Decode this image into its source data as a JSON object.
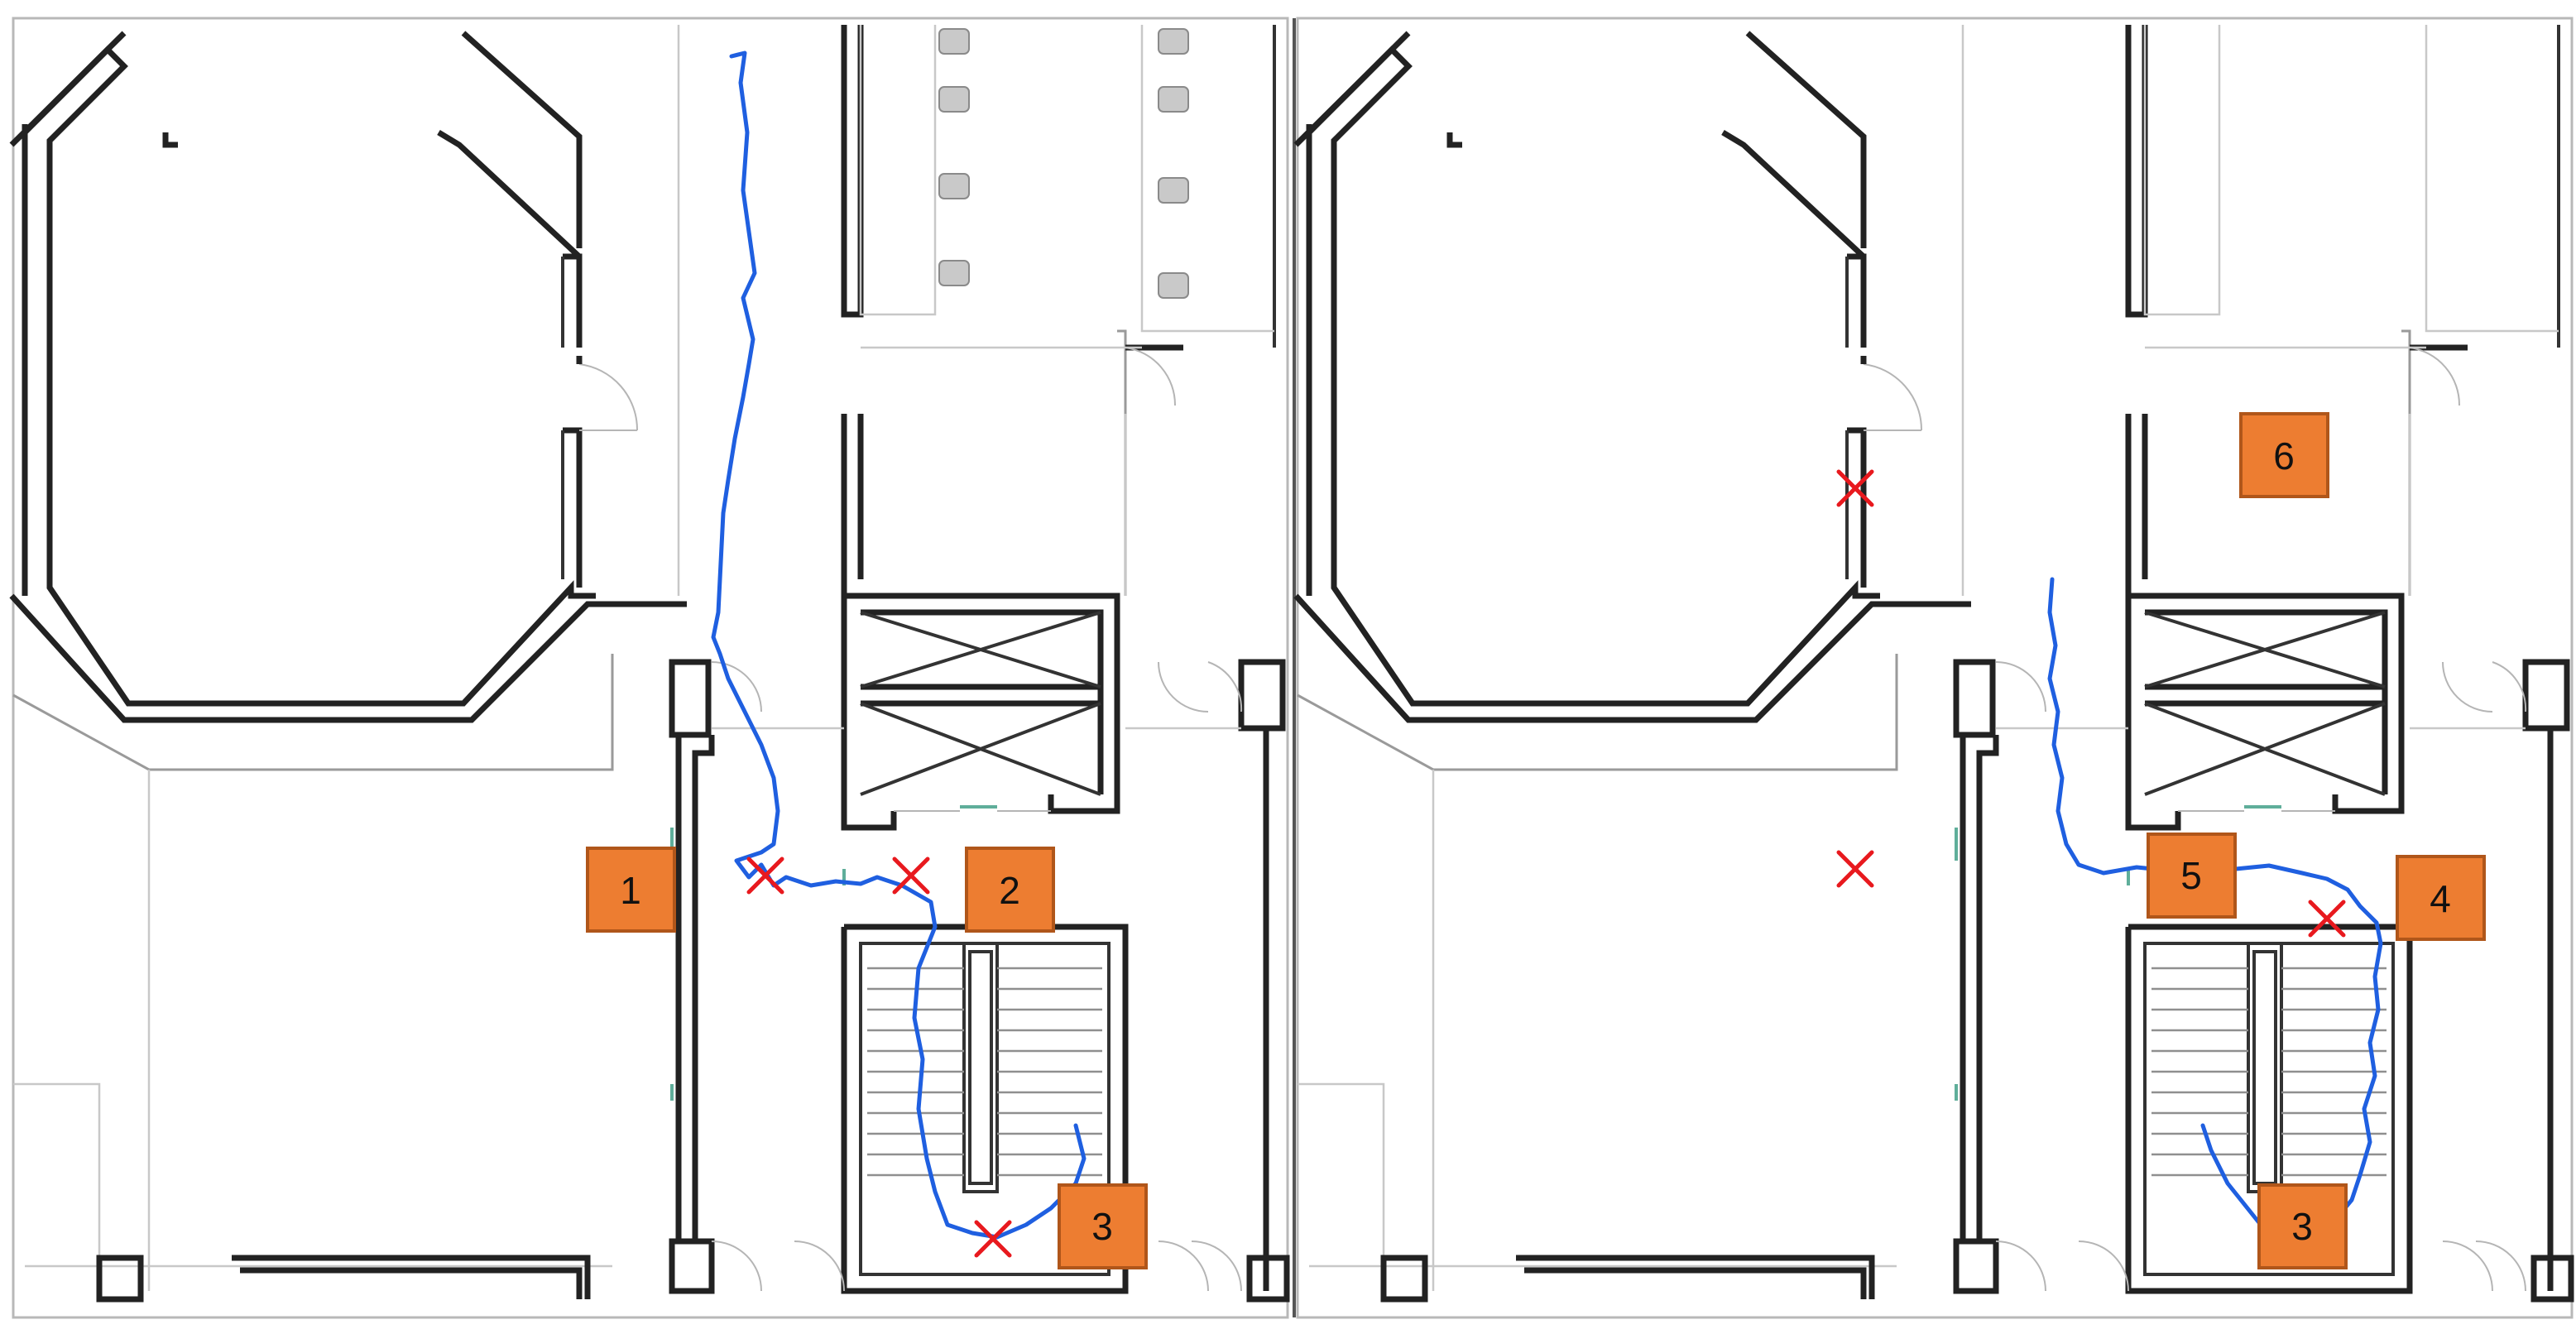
{
  "colors": {
    "trajectory": "#1f5fe0",
    "cross": "#e8191e",
    "marker_fill": "#ed7d31"
  },
  "panels": [
    {
      "markers": [
        {
          "label": "1"
        },
        {
          "label": "2"
        },
        {
          "label": "3"
        }
      ]
    },
    {
      "markers": [
        {
          "label": "3"
        },
        {
          "label": "4"
        },
        {
          "label": "5"
        },
        {
          "label": "6"
        }
      ]
    }
  ]
}
